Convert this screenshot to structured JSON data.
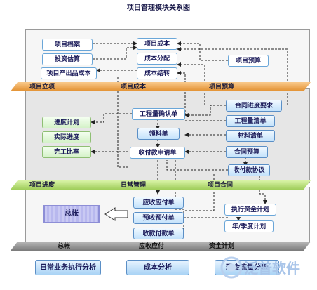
{
  "title": "项目管理模块关系图",
  "layers": [
    {
      "left": "项目立项",
      "middle": "项目成本",
      "right": "项目预算"
    },
    {
      "left": "项目进度",
      "middle": "日常管理",
      "right": "项目合同"
    },
    {
      "left": "总帐",
      "middle": "应收应付",
      "right": "资金计划"
    }
  ],
  "top_left": [
    "项目档案",
    "投资估算",
    "项目产出品成本"
  ],
  "top_center": [
    "项目成本",
    "成本分配",
    "成本结转"
  ],
  "top_right": "项目预算",
  "progress": [
    "进度计划",
    "实际进度",
    "完工比率"
  ],
  "middle_center": [
    "工程量确认单",
    "领料单",
    "收付款申请单"
  ],
  "contract": [
    "合同进度要求",
    "工程量清单",
    "材料清单",
    "合同预算",
    "收付款协议"
  ],
  "ledger": "总帐",
  "receivables": [
    "应收应付单",
    "预收预付单",
    "收款付款单"
  ],
  "funding": [
    "执行资金计划",
    "年/季度计划"
  ],
  "analysis": [
    "日常业务执行分析",
    "成本分析",
    "现金流量分析"
  ],
  "watermark": "泛普软件"
}
